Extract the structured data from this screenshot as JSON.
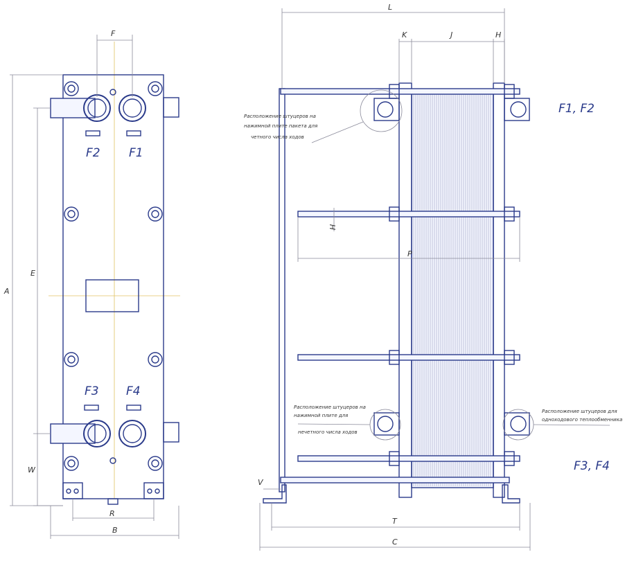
{
  "front_view": {
    "port_labels": {
      "top_left": "F2",
      "top_right": "F1",
      "bottom_left": "F3",
      "bottom_right": "F4"
    },
    "dimensions": {
      "top": "F",
      "overall_height": "A",
      "inner_height": "E",
      "bottom_height": "W",
      "feet_spacing": "R",
      "width": "B"
    }
  },
  "side_view": {
    "dimensions": {
      "overall_length": "L",
      "k": "K",
      "j": "J",
      "h": "H",
      "bar_h": "H",
      "p": "P",
      "v": "V",
      "t": "T",
      "c": "C"
    },
    "notes": {
      "top": [
        "Расположение штуцеров на",
        "нажимной плите пакета для",
        "четного числа ходов"
      ],
      "bottom_left": [
        "Расположение штуцеров на",
        "нажимной плите для",
        "нечетного числа ходов"
      ],
      "bottom_right": [
        "Расположение штуцеров для",
        "одноходового теплообменника"
      ]
    },
    "port_group_labels": {
      "top": "F1, F2",
      "bottom": "F3, F4"
    }
  }
}
